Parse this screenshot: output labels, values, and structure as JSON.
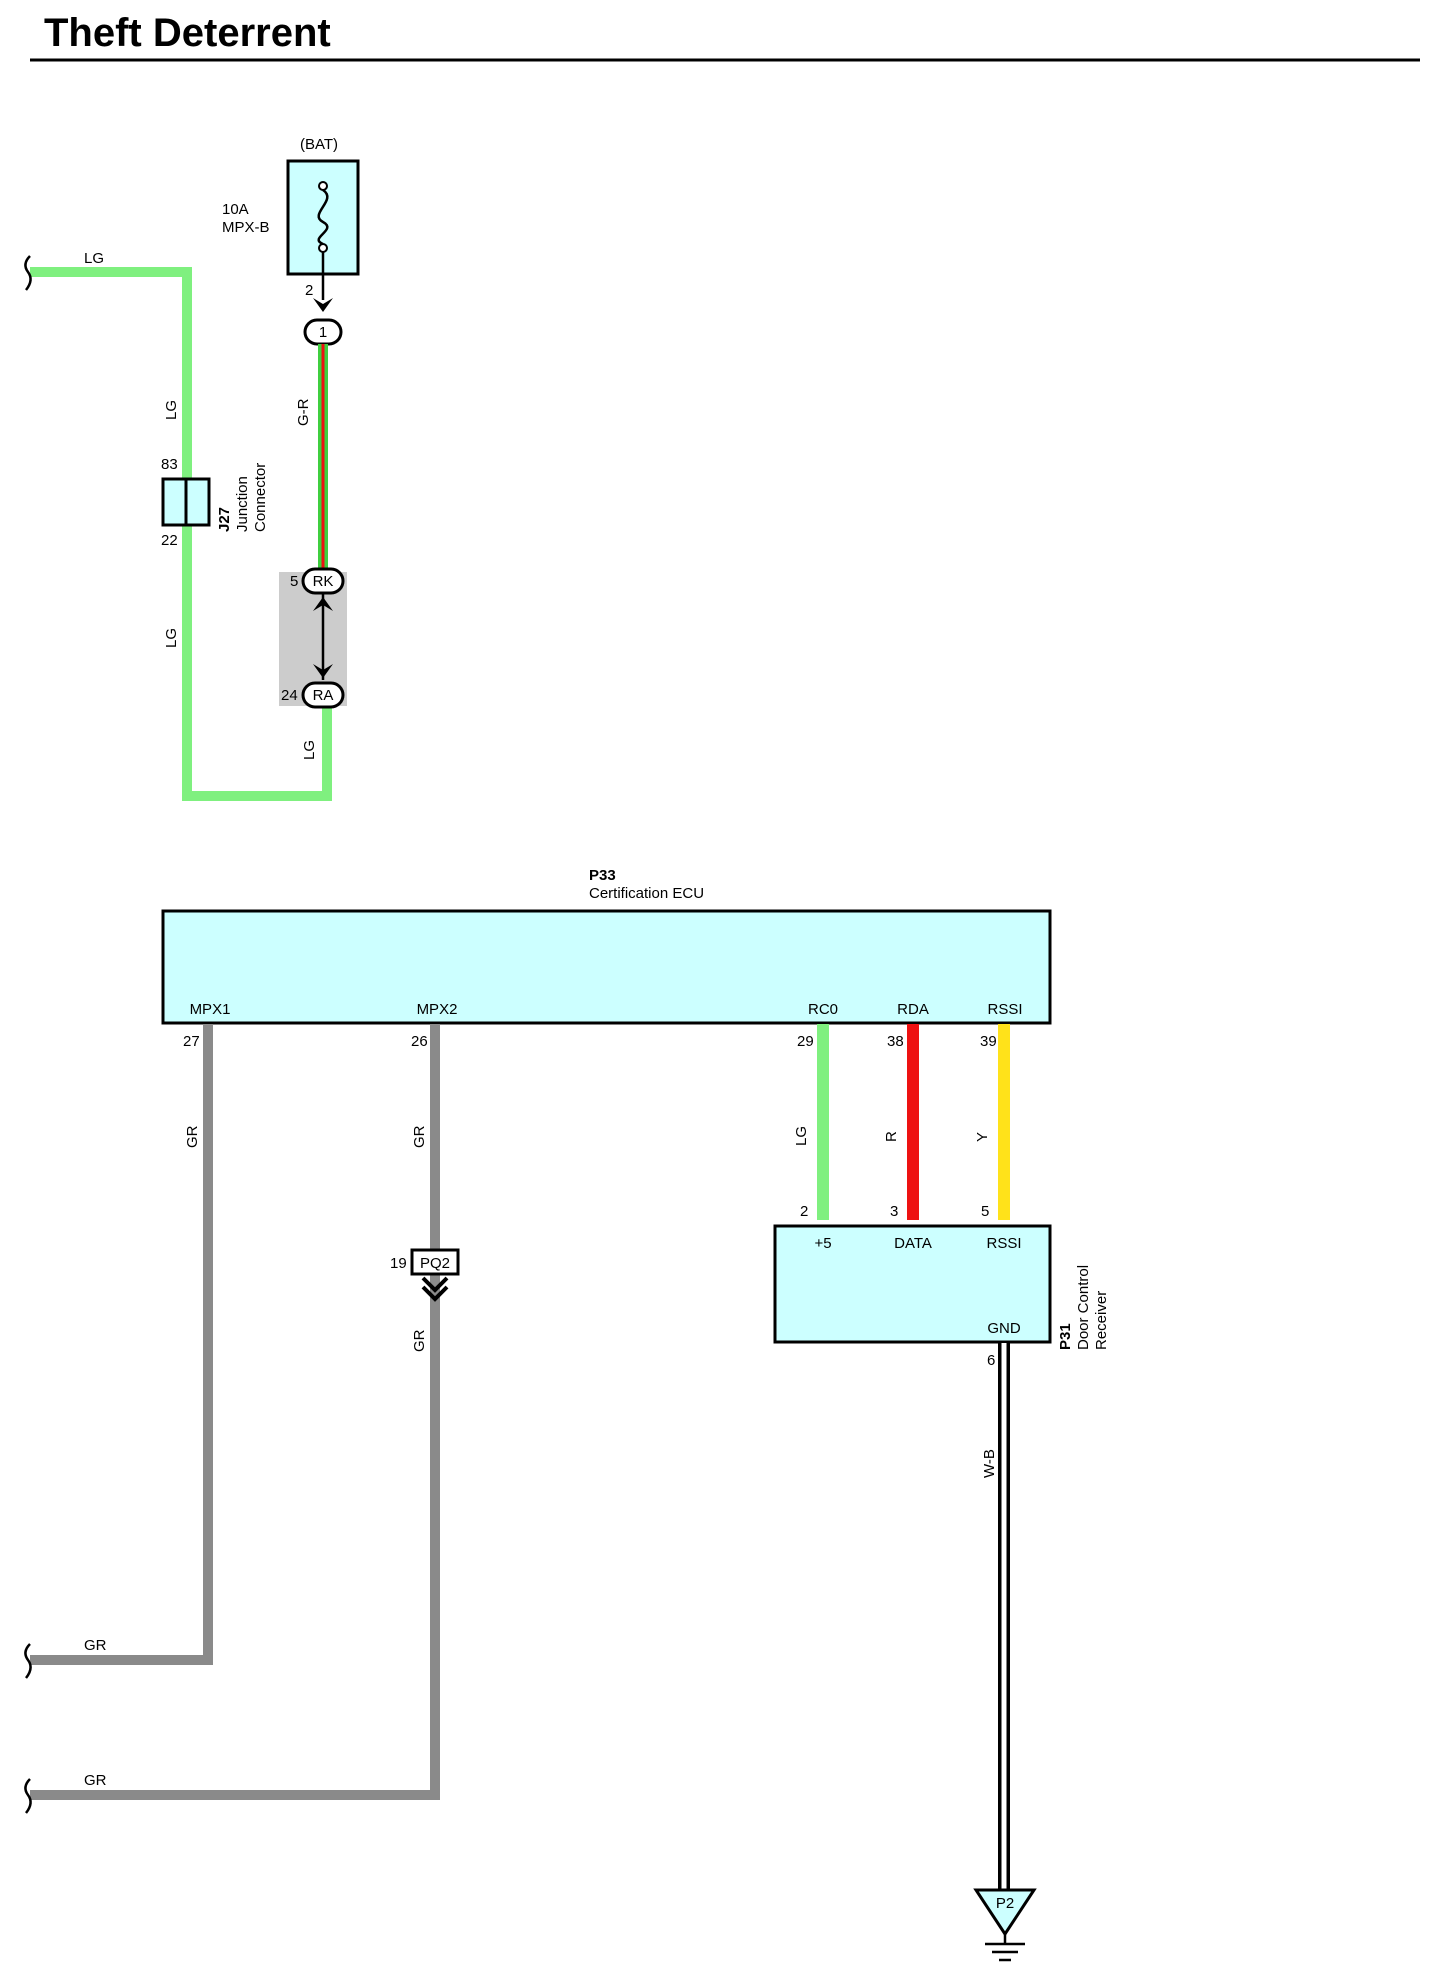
{
  "page": {
    "title": "Theft Deterrent"
  },
  "colors": {
    "LG": "#7ff07f",
    "GR": "#8a8a8a",
    "R": "#ee1111",
    "Y": "#ffe21a",
    "G": "#3fcf3f",
    "W": "#ffffff",
    "B": "#000000",
    "component_fill": "#ccffff",
    "shaded_fill": "#cccccc"
  },
  "fuse": {
    "source": "(BAT)",
    "rating": "10A",
    "name": "MPX-B",
    "pin": "2",
    "junction_label": "1",
    "wire": "G-R"
  },
  "junction_connector": {
    "code": "J27",
    "line1": "Junction",
    "line2": "Connector",
    "pin_top": "83",
    "pin_bottom": "22"
  },
  "inline_connector": {
    "top_pin": "5",
    "top_code": "RK",
    "bottom_pin": "24",
    "bottom_code": "RA"
  },
  "top_wires": {
    "lg_entry": "LG",
    "lg_upper": "LG",
    "lg_lower": "LG",
    "lg_bottom": "LG"
  },
  "ecu": {
    "code": "P33",
    "name": "Certification ECU",
    "terminals": [
      {
        "name": "MPX1",
        "pin": "27",
        "wire": "GR"
      },
      {
        "name": "MPX2",
        "pin": "26",
        "wire": "GR"
      },
      {
        "name": "RC0",
        "pin": "29",
        "wire": "LG"
      },
      {
        "name": "RDA",
        "pin": "38",
        "wire": "R"
      },
      {
        "name": "RSSI",
        "pin": "39",
        "wire": "Y"
      }
    ]
  },
  "connector_pq2": {
    "pin": "19",
    "code": "PQ2",
    "wire_below": "GR"
  },
  "receiver": {
    "code": "P31",
    "line1": "Door Control",
    "line2": "Receiver",
    "terminals": [
      {
        "name": "+5",
        "pin": "2"
      },
      {
        "name": "DATA",
        "pin": "3"
      },
      {
        "name": "RSSI",
        "pin": "5"
      }
    ],
    "gnd_name": "GND",
    "gnd_pin": "6",
    "gnd_wire": "W-B"
  },
  "ground": {
    "code": "P2"
  },
  "bottom_wires": {
    "mpx1_exit": "GR",
    "mpx2_exit": "GR"
  }
}
